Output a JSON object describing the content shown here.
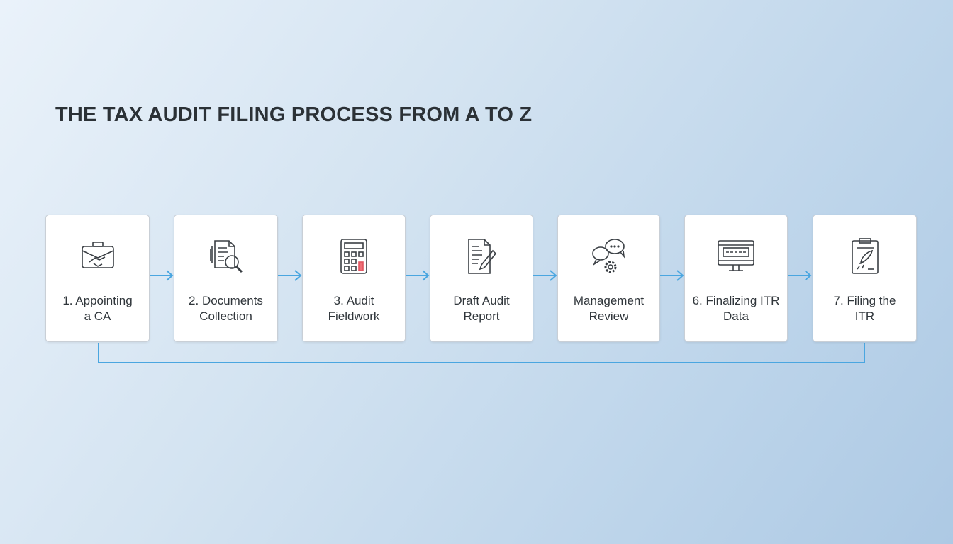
{
  "title": "THE TAX AUDIT FILING PROCESS FROM A TO Z",
  "accent_color": "#4aa6e0",
  "steps": [
    {
      "label_1": "1. Appointing",
      "label_2": "a CA",
      "icon": "briefcase-handshake-icon"
    },
    {
      "label_1": "2. Documents",
      "label_2": "Collection",
      "icon": "document-magnifier-icon"
    },
    {
      "label_1": "3. Audit",
      "label_2": "Fieldwork",
      "icon": "calculator-icon"
    },
    {
      "label_1": "Draft Audit",
      "label_2": "Report",
      "icon": "document-pen-icon"
    },
    {
      "label_1": "Management",
      "label_2": "Review",
      "icon": "chat-gear-icon"
    },
    {
      "label_1": "6. Finalizing ITR",
      "label_2": "Data",
      "icon": "monitor-icon"
    },
    {
      "label_1": "7. Filing the",
      "label_2": "ITR",
      "icon": "clipboard-rocket-icon"
    }
  ]
}
